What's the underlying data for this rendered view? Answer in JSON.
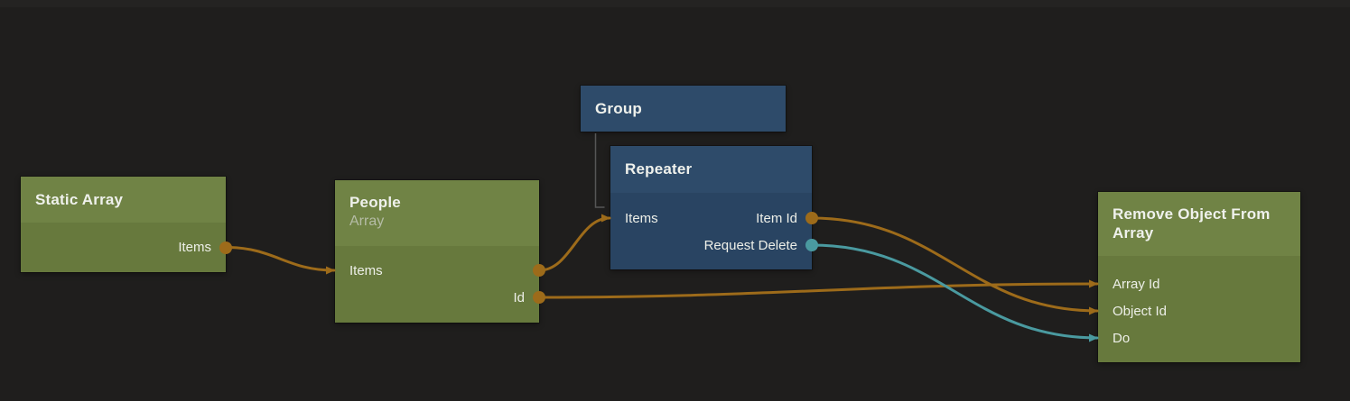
{
  "canvas": {
    "background": "#1f1e1d",
    "top_edge": "#242322"
  },
  "colors": {
    "orange": "#9d6b1a",
    "teal": "#4a9aa0",
    "green_header": "#708345",
    "green_body": "#67793d",
    "blue_header": "#2e4b6a",
    "blue_body": "#294462",
    "tree_line": "#565656",
    "title_text": "#eff1ec",
    "subtitle_text": "#b5bca6"
  },
  "nodes": {
    "static_array": {
      "title": "Static Array",
      "ports": {
        "items": "Items"
      }
    },
    "people": {
      "title": "People",
      "subtitle": "Array",
      "ports": {
        "items": "Items",
        "id": "Id"
      }
    },
    "group": {
      "title": "Group"
    },
    "repeater": {
      "title": "Repeater",
      "ports": {
        "items": "Items",
        "item_id": "Item Id",
        "request_delete": "Request Delete"
      }
    },
    "remove_object": {
      "title": "Remove Object From Array",
      "ports": {
        "array_id": "Array Id",
        "object_id": "Object Id",
        "do": "Do"
      }
    }
  },
  "edges": [
    {
      "from": "static-array-items-out",
      "to": "people-items-in",
      "color": "#9d6b1a"
    },
    {
      "from": "people-items-out",
      "to": "repeater-items-in",
      "color": "#9d6b1a"
    },
    {
      "from": "people-id-out",
      "to": "remove-array-id-in",
      "color": "#9d6b1a"
    },
    {
      "from": "repeater-item-id-out",
      "to": "remove-object-id-in",
      "color": "#9d6b1a"
    },
    {
      "from": "repeater-request-delete-out",
      "to": "remove-do-in",
      "color": "#4a9aa0"
    }
  ],
  "tree_link": {
    "from": "node-group",
    "to": "node-repeater",
    "color": "#565656"
  }
}
